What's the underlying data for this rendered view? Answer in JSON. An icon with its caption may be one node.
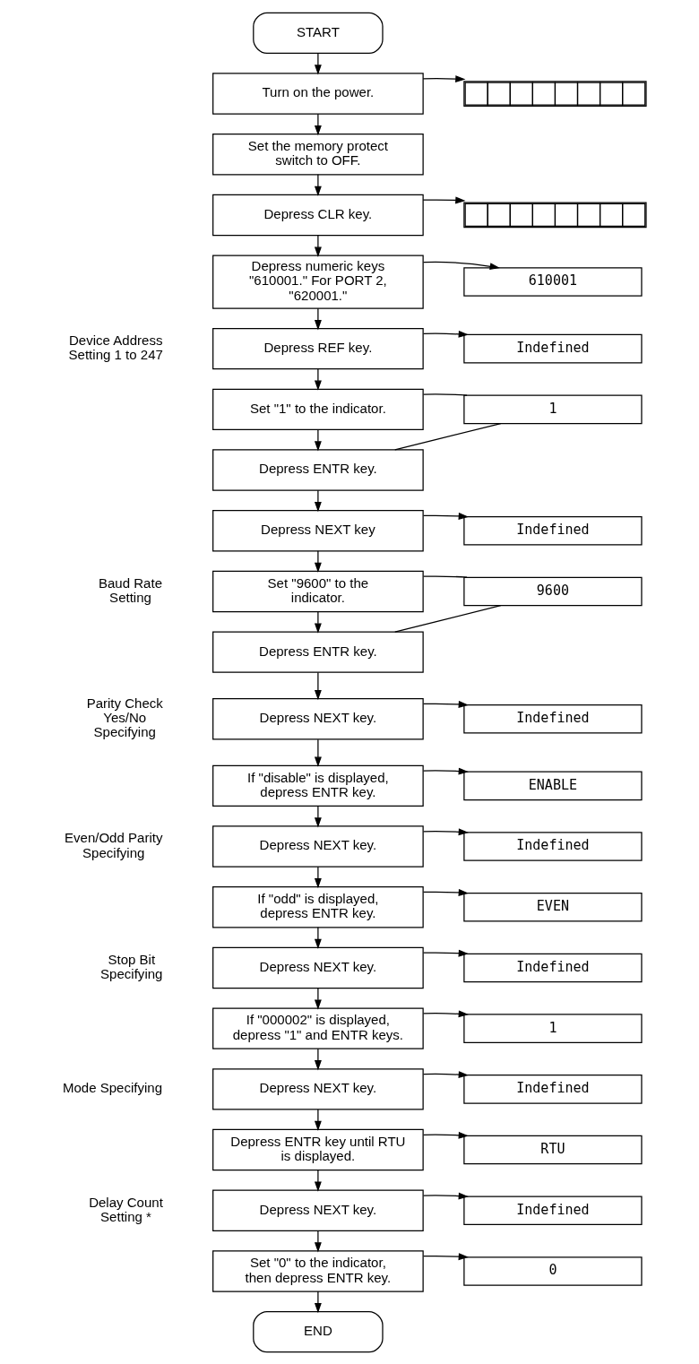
{
  "diagram": {
    "nodes": [
      {
        "text": [
          "START"
        ]
      },
      {
        "text": [
          "Turn on the power."
        ]
      },
      {
        "text": [],
        "shape": "box"
      },
      {
        "text": [
          "Set the memory protect switch to OFF."
        ]
      },
      {
        "text": [
          "Depress CLR key."
        ]
      },
      {
        "text": [],
        "shape": "box"
      },
      {
        "text": [
          "Depress numeric keys \"610001.\" For PORT 2, \"620001.\""
        ]
      },
      {
        "text": [
          "610001"
        ]
      },
      {
        "text": [
          "Depress REF key."
        ]
      },
      {
        "text": [
          "Indefined"
        ]
      },
      {
        "text": [
          "Set \"1\" to the indicator."
        ]
      },
      {
        "text": [
          "Depress ENTR key."
        ]
      },
      {
        "text": [
          "1"
        ]
      },
      {
        "text": [
          "Depress NEXT key"
        ]
      },
      {
        "text": [
          "Indefined"
        ]
      },
      {
        "text": [
          "Set \"9600\" to the indicator."
        ]
      },
      {
        "text": [
          "Depress ENTR key."
        ]
      },
      {
        "text": [
          "9600"
        ]
      },
      {
        "text": [
          "Depress NEXT key."
        ]
      },
      {
        "text": [
          "Indefined"
        ]
      },
      {
        "text": [
          "If \"disable\" is displayed, depress ENTR key."
        ]
      },
      {
        "text": [
          "ENABLE"
        ]
      },
      {
        "text": [
          "Depress NEXT key."
        ]
      },
      {
        "text": [
          "Indefined"
        ]
      },
      {
        "text": [
          "If \"odd\" is displayed, depress ENTR key."
        ]
      },
      {
        "text": [
          "EVEN"
        ]
      },
      {
        "text": [
          "Depress NEXT key."
        ]
      },
      {
        "text": [
          "Indefined"
        ]
      },
      {
        "text": [
          "If \"000002\" is displayed, depress \"1\" and ENTR keys."
        ]
      },
      {
        "text": [
          "1"
        ]
      },
      {
        "text": [
          "Depress NEXT key."
        ]
      },
      {
        "text": [
          "Indefined"
        ]
      },
      {
        "text": [
          "Depress ENTR key until RTU is displayed."
        ]
      },
      {
        "text": [
          "RTU"
        ]
      },
      {
        "text": [
          "Depress NEXT key."
        ]
      },
      {
        "text": [
          "Indefined"
        ]
      },
      {
        "text": [
          "Set \"0\" to the indicator, then depress ENTR key."
        ]
      },
      {
        "text": [
          "0"
        ]
      },
      {
        "text": [
          "END"
        ]
      }
    ],
    "edges": [
      {
        "from": 0,
        "to": 1,
        "arrow": "to"
      },
      {
        "from": 1,
        "to": 2,
        "arrow": "to"
      },
      {
        "from": 1,
        "to": 3,
        "arrow": "to"
      },
      {
        "from": 3,
        "to": 4,
        "arrow": "to"
      },
      {
        "from": 4,
        "to": 5,
        "arrow": "to"
      },
      {
        "from": 4,
        "to": 6,
        "arrow": "to"
      },
      {
        "from": 6,
        "to": 7,
        "arrow": "to"
      },
      {
        "from": 6,
        "to": 8,
        "arrow": "to"
      },
      {
        "from": 8,
        "to": 9,
        "arrow": "to"
      },
      {
        "from": 8,
        "to": 10,
        "arrow": "to"
      },
      {
        "from": 10,
        "to": 11,
        "arrow": "to"
      },
      {
        "from": 10,
        "to": 12,
        "arrow": "none"
      },
      {
        "from": 11,
        "to": 12,
        "arrow": "none"
      },
      {
        "from": 11,
        "to": 13,
        "arrow": "to"
      },
      {
        "from": 13,
        "to": 14,
        "arrow": "to"
      },
      {
        "from": 13,
        "to": 15,
        "arrow": "to"
      },
      {
        "from": 15,
        "to": 16,
        "arrow": "to"
      },
      {
        "from": 15,
        "to": 17,
        "arrow": "none"
      },
      {
        "from": 16,
        "to": 17,
        "arrow": "none"
      },
      {
        "from": 16,
        "to": 18,
        "arrow": "to"
      },
      {
        "from": 18,
        "to": 19,
        "arrow": "to"
      },
      {
        "from": 18,
        "to": 20,
        "arrow": "to"
      },
      {
        "from": 20,
        "to": 21,
        "arrow": "to"
      },
      {
        "from": 20,
        "to": 22,
        "arrow": "to"
      },
      {
        "from": 22,
        "to": 23,
        "arrow": "to"
      },
      {
        "from": 22,
        "to": 24,
        "arrow": "to"
      },
      {
        "from": 24,
        "to": 25,
        "arrow": "to"
      },
      {
        "from": 24,
        "to": 26,
        "arrow": "to"
      },
      {
        "from": 26,
        "to": 27,
        "arrow": "to"
      },
      {
        "from": 26,
        "to": 28,
        "arrow": "to"
      },
      {
        "from": 28,
        "to": 29,
        "arrow": "to"
      },
      {
        "from": 28,
        "to": 30,
        "arrow": "to"
      },
      {
        "from": 30,
        "to": 31,
        "arrow": "to"
      },
      {
        "from": 30,
        "to": 32,
        "arrow": "to"
      },
      {
        "from": 32,
        "to": 33,
        "arrow": "to"
      },
      {
        "from": 32,
        "to": 34,
        "arrow": "to"
      },
      {
        "from": 34,
        "to": 35,
        "arrow": "to"
      },
      {
        "from": 34,
        "to": 36,
        "arrow": "to"
      },
      {
        "from": 36,
        "to": 37,
        "arrow": "to"
      },
      {
        "from": 36,
        "to": 38,
        "arrow": "to"
      }
    ],
    "labels": [
      "Device Address Setting 1 to 247",
      "Baud Rate Setting",
      "Parity Check Yes/No Specifying",
      "Even/Odd Parity Specifying",
      "Stop Bit Specifying",
      "Mode Specifying",
      "Delay Count Setting *"
    ]
  }
}
